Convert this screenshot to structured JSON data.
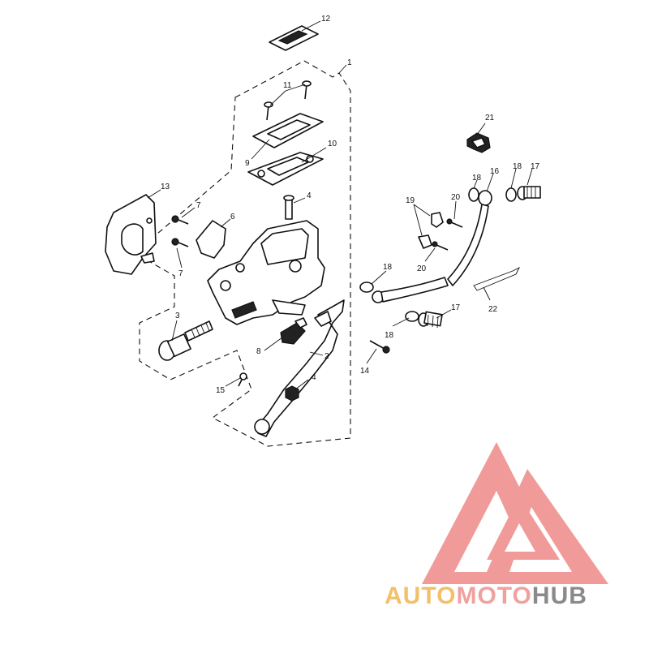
{
  "diagram": {
    "callouts": {
      "c1": "1",
      "c2": "2",
      "c3": "3",
      "c4a": "4",
      "c4b": "4",
      "c6": "6",
      "c7a": "7",
      "c7b": "7",
      "c8": "8",
      "c9": "9",
      "c10": "10",
      "c11": "11",
      "c12": "12",
      "c13": "13",
      "c14": "14",
      "c15": "15",
      "c16": "16",
      "c17a": "17",
      "c17b": "17",
      "c18a": "18",
      "c18b": "18",
      "c18c": "18",
      "c18d": "18",
      "c19": "19",
      "c20a": "20",
      "c20b": "20",
      "c21": "21",
      "c22": "22"
    }
  },
  "watermark": {
    "part1": "AUTO",
    "part2": "MOTO",
    "part3": "HUB",
    "colors": {
      "auto": "#f2c06a",
      "moto": "#f0a19e",
      "hub": "#8a8a8a",
      "logo": "#ee8a88"
    }
  }
}
